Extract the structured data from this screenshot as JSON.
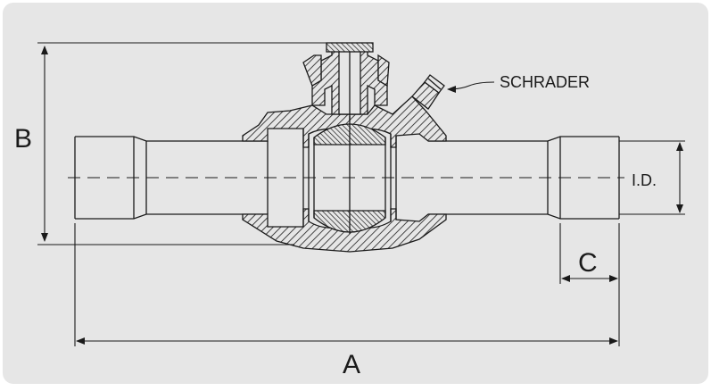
{
  "diagram": {
    "background_color": "#e6e6e6",
    "line_color": "#1a1a1a",
    "labels": {
      "dimension_a": "A",
      "dimension_b": "B",
      "dimension_c": "C",
      "inner_diameter": "I.D.",
      "schrader_port": "SCHRADER"
    }
  }
}
